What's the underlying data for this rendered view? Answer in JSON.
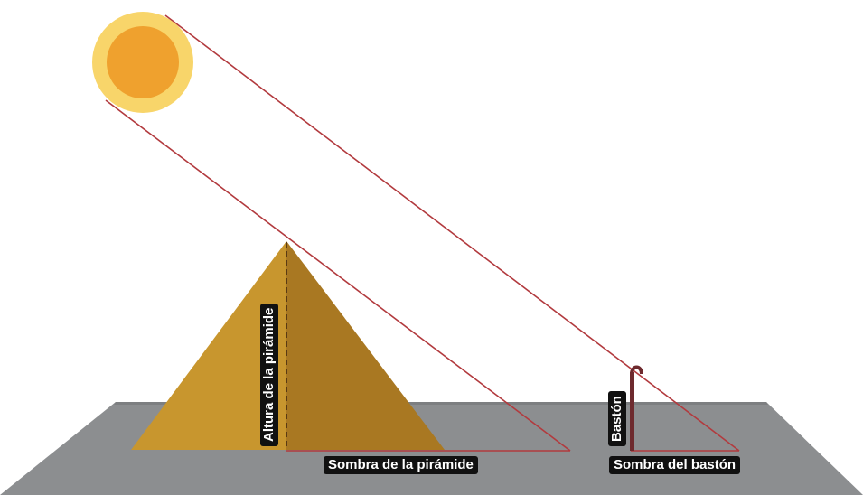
{
  "labels": {
    "pyramid_height": "Altura de la pirámide",
    "pyramid_shadow": "Sombra de la pirámide",
    "staff": "Bastón",
    "staff_shadow": "Sombra del bastón"
  },
  "colors": {
    "sun_outer": "#f8d56a",
    "sun_inner": "#efa12e",
    "sun_ray": "#b23a3e",
    "pyramid_light": "#c8962e",
    "pyramid_dark": "#a97822",
    "ground": "#8c8e90",
    "label_bg": "#111111",
    "label_text": "#ffffff"
  },
  "icons": [
    "sun-icon",
    "staff-icon"
  ]
}
